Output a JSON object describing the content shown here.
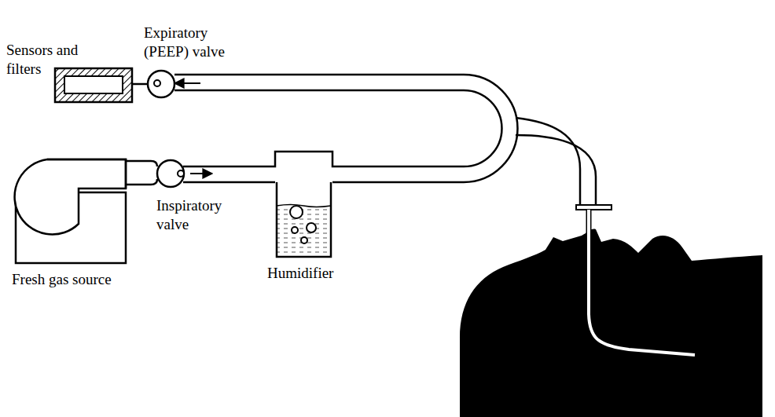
{
  "diagram": {
    "labels": [
      "Sensors and filters",
      "Expiratory (PEEP) valve",
      "Inspiratory valve",
      "Fresh gas source",
      "Humidifier"
    ]
  }
}
